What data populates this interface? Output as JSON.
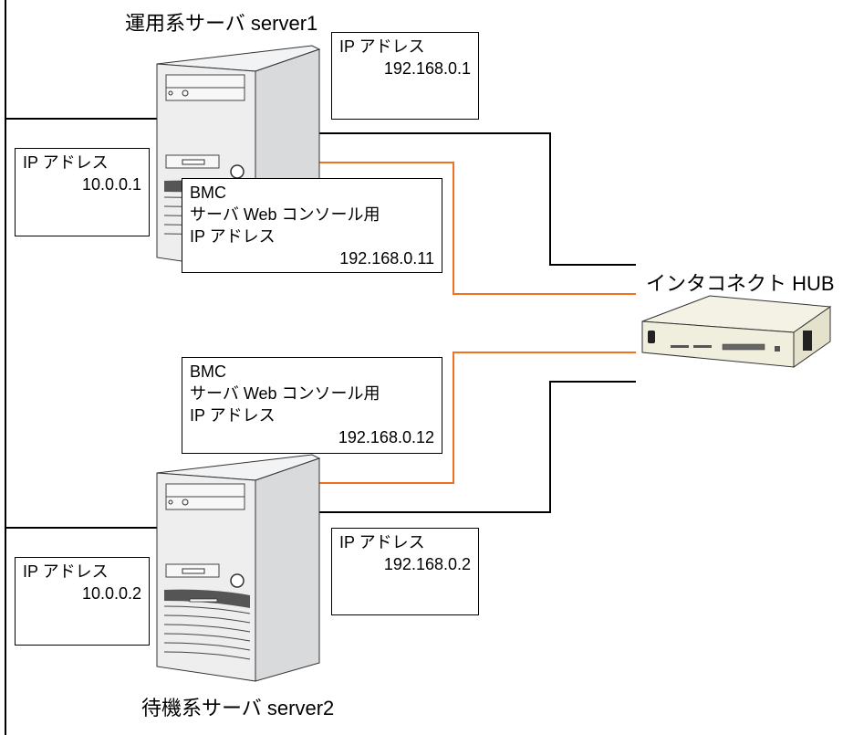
{
  "diagram": {
    "colors": {
      "lan_line": "#000000",
      "bmc_line": "#f07020",
      "server_front": "#eeeeee",
      "server_side": "#d8dadc",
      "server_top": "#f2f3f5",
      "hub_body": "#f0eedc"
    },
    "server1": {
      "title": "運用系サーバ server1",
      "public_ip": {
        "label": "IP アドレス",
        "value": "10.0.0.1"
      },
      "interconnect_ip": {
        "label": "IP アドレス",
        "value": "192.168.0.1"
      },
      "bmc": {
        "line1": "BMC",
        "line2": "サーバ Web コンソール用",
        "line3": "IP アドレス",
        "value": "192.168.0.11"
      }
    },
    "server2": {
      "title": "待機系サーバ server2",
      "public_ip": {
        "label": "IP アドレス",
        "value": "10.0.0.2"
      },
      "interconnect_ip": {
        "label": "IP アドレス",
        "value": "192.168.0.2"
      },
      "bmc": {
        "line1": "BMC",
        "line2": "サーバ Web コンソール用",
        "line3": "IP アドレス",
        "value": "192.168.0.12"
      }
    },
    "hub": {
      "label": "インタコネクト HUB"
    }
  }
}
